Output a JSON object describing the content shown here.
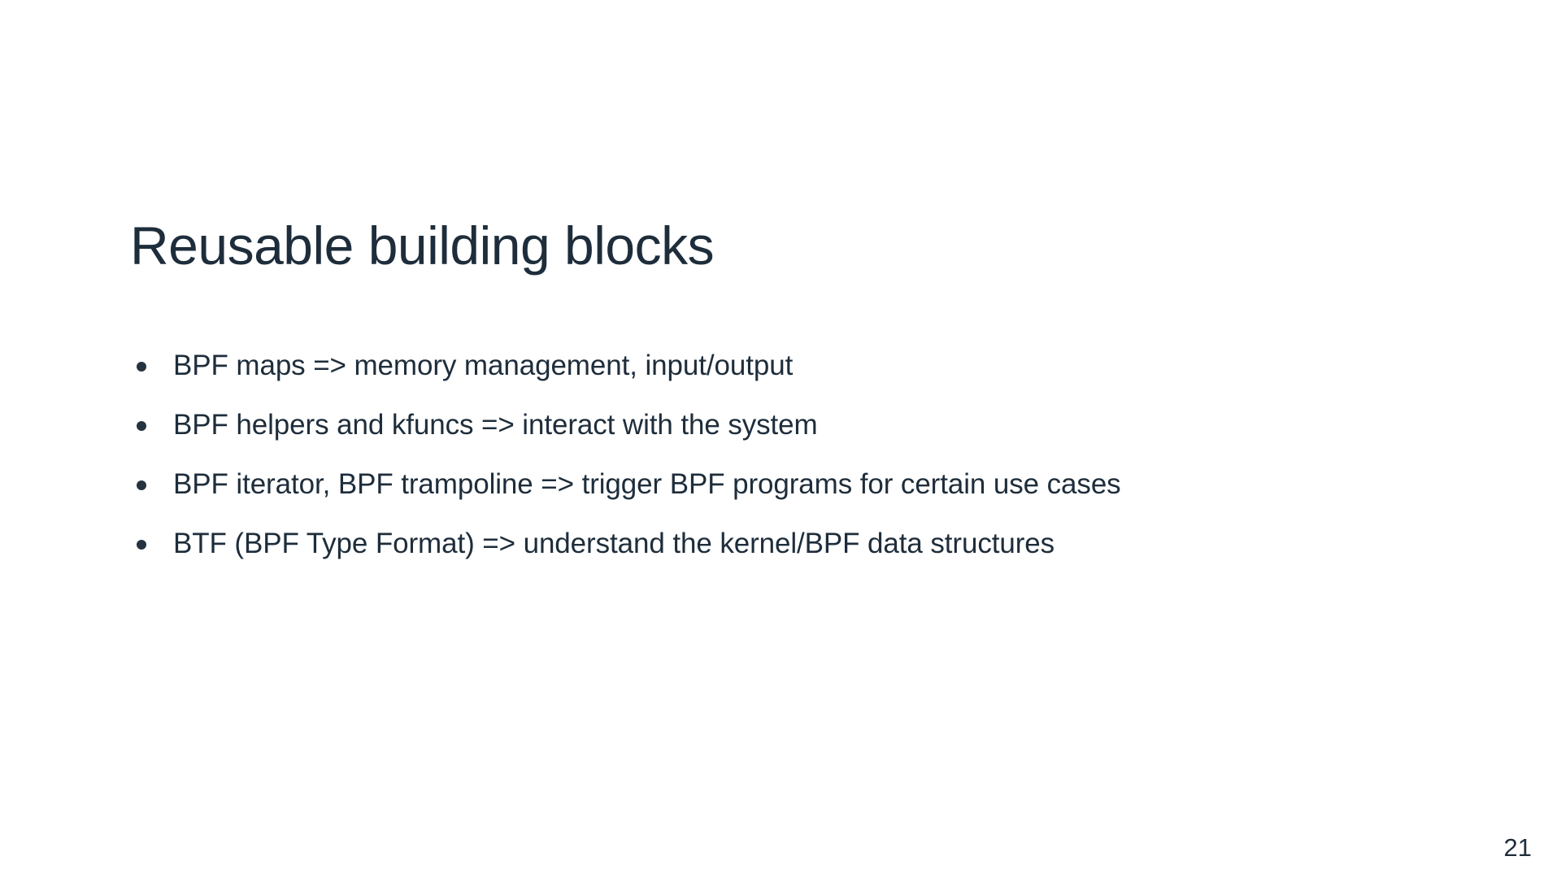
{
  "slide": {
    "page_number": "21",
    "background_color": "#ffffff",
    "text_color": "#1e2d3b",
    "bullet_color": "#24333f",
    "title": "Reusable building blocks",
    "bullets": [
      {
        "marker": "bullet-dot",
        "text": "BPF maps => memory management, input/output"
      },
      {
        "marker": "bullet-dot",
        "text": "BPF helpers and kfuncs => interact with the system"
      },
      {
        "marker": "bullet-dot",
        "text": "BPF iterator, BPF trampoline => trigger BPF programs for certain use cases"
      },
      {
        "marker": "bullet-dot",
        "text": "BTF (BPF Type Format) => understand the kernel/BPF data structures"
      }
    ]
  }
}
